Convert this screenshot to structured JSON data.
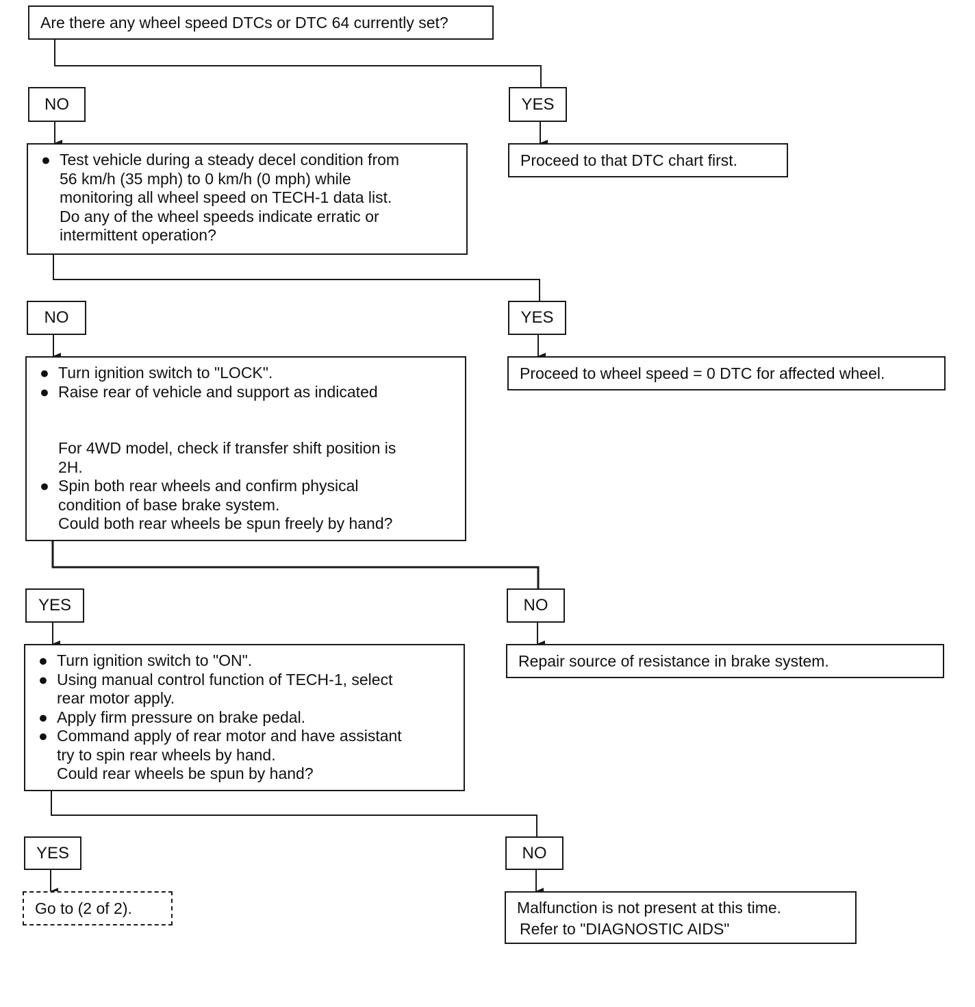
{
  "q1": {
    "text": "Are there any wheel speed DTCs or DTC 64 currently set?"
  },
  "q1_no": "NO",
  "q1_yes": "YES",
  "q1_yes_action": "Proceed to that DTC chart first.",
  "q2": {
    "bullet": "●",
    "lines": [
      "Test vehicle during a steady decel condition from",
      "56 km/h (35 mph) to 0 km/h (0 mph) while",
      "monitoring all wheel speed on TECH-1 data list.",
      "Do any of the wheel speeds indicate erratic or",
      "intermittent operation?"
    ]
  },
  "q2_no": "NO",
  "q2_yes": "YES",
  "q2_yes_action": "Proceed to wheel speed = 0 DTC for affected wheel.",
  "q3": {
    "b1": "Turn ignition switch to \"LOCK\".",
    "b2": "Raise rear of vehicle and support as indicated",
    "note1": "For 4WD model, check if transfer shift position is",
    "note2": "2H.",
    "b3a": "Spin both rear wheels and confirm physical",
    "b3b": "condition of base brake system.",
    "q": "Could both rear wheels be spun freely by hand?"
  },
  "q3_yes": "YES",
  "q3_no": "NO",
  "q3_no_action": "Repair source of resistance in brake system.",
  "q4": {
    "b1": "Turn ignition switch to \"ON\".",
    "b2a": "Using manual control function of TECH-1, select",
    "b2b": "rear motor apply.",
    "b3": "Apply firm pressure on brake pedal.",
    "b4a": "Command apply of rear motor and have assistant",
    "b4b": "try to spin rear wheels by hand.",
    "q": "Could rear wheels be spun by hand?"
  },
  "q4_yes": "YES",
  "q4_no": "NO",
  "q4_yes_action": "Go to (2 of 2).",
  "q4_no_action": {
    "line1": "Malfunction is not present at this time.",
    "line2": "Refer to \"DIAGNOSTIC AIDS\""
  }
}
